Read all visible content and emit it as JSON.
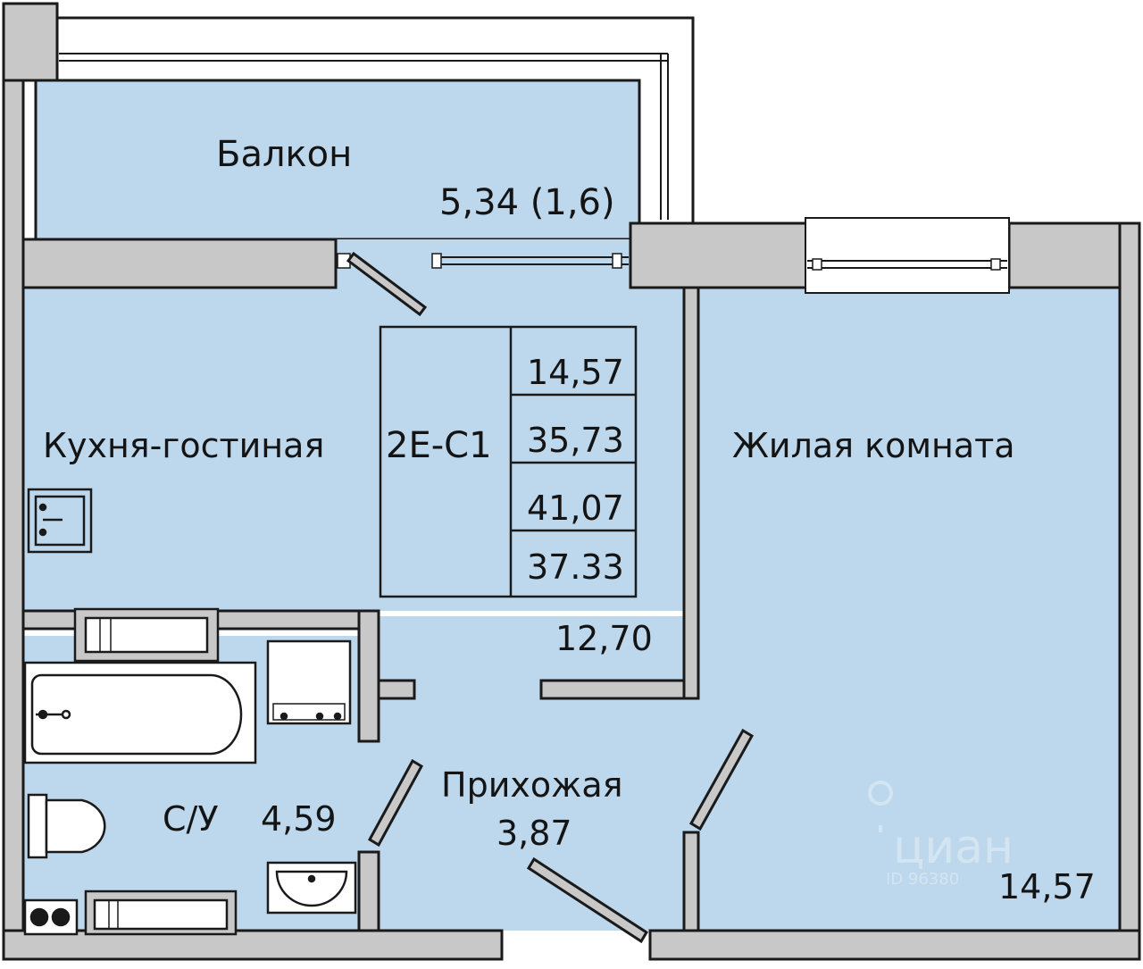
{
  "rooms": {
    "balcony": {
      "name": "Балкон",
      "area": "5,34 (1,6)"
    },
    "kitchen": {
      "name": "Кухня-гостиная",
      "area": "12,70"
    },
    "bedroom": {
      "name": "Жилая комната",
      "area": "14,57"
    },
    "bathroom": {
      "name": "С/У",
      "area": "4,59"
    },
    "hall": {
      "name": "Прихожая",
      "area": "3,87"
    }
  },
  "summary": {
    "code": "2E-C1",
    "values": [
      "14,57",
      "35,73",
      "41,07",
      "37.33"
    ]
  },
  "watermark": {
    "brand": "циан",
    "id": "ID 96380"
  },
  "colors": {
    "room_fill": "#bdd7ec",
    "wall": "#c8c8c8",
    "outline": "#1a1a1a"
  }
}
